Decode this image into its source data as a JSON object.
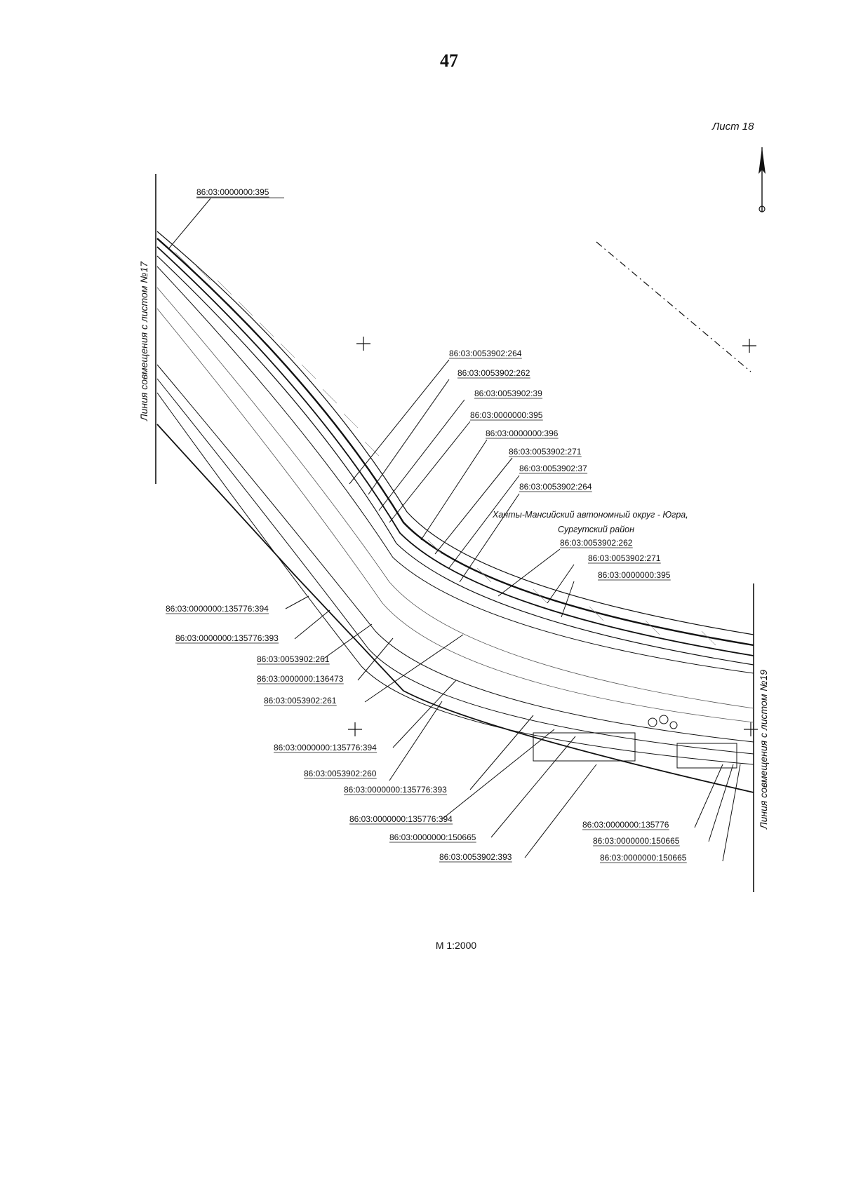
{
  "page": {
    "number": "47",
    "sheet": "Лист 18",
    "scale": "М 1:2000"
  },
  "match_lines": {
    "left": "Линия совмещения с листом №17",
    "right": "Линия совмещения с листом №19"
  },
  "region_label": {
    "line1": "Ханты-Мансийский автономный округ - Югра,",
    "line2": "Сургутский район"
  },
  "parcels": {
    "top_left": "86:03:0000000:395",
    "upper_right": [
      "86:03:0053902:264",
      "86:03:0053902:262",
      "86:03:0053902:39",
      "86:03:0000000:395",
      "86:03:0000000:396",
      "86:03:0053902:271",
      "86:03:0053902:37",
      "86:03:0053902:264"
    ],
    "mid_right": [
      "86:03:0053902:262",
      "86:03:0053902:271",
      "86:03:0000000:395"
    ],
    "lower_left": [
      "86:03:0000000:135776:394",
      "86:03:0000000:135776:393",
      "86:03:0053902:261",
      "86:03:0000000:136473",
      "86:03:0053902:261",
      "86:03:0000000:135776:394",
      "86:03:0053902:260",
      "86:03:0000000:135776:393",
      "86:03:0000000:135776:394",
      "86:03:0000000:150665",
      "86:03:0053902:393"
    ],
    "lower_right": [
      "86:03:0000000:135776",
      "86:03:0000000:150665",
      "86:03:0000000:150665"
    ]
  },
  "colors": {
    "ink": "#111111",
    "paper": "#ffffff",
    "hatch": "#888888"
  },
  "icons": [
    "north-arrow-icon",
    "grid-cross-icon"
  ]
}
